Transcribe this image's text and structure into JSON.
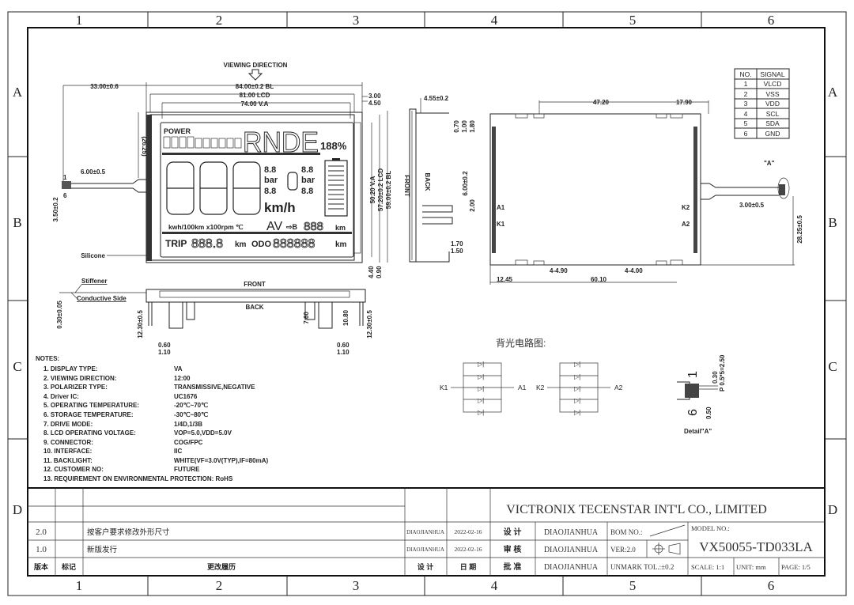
{
  "grid": {
    "columns": [
      "1",
      "2",
      "3",
      "4",
      "5",
      "6"
    ],
    "rows": [
      "A",
      "B",
      "C",
      "D"
    ]
  },
  "front_view": {
    "viewing_direction": "VIEWING DIRECTION",
    "dims": {
      "fpc_length": "33.00±0.6",
      "bl_width": "84.00±0.2  BL",
      "lcd_width": "81.00  LCD",
      "va_width": "74.00  V.A",
      "edge_300": "3.00",
      "edge_450": "4.50",
      "fpc_offset": "(26.25)",
      "fpc_width": "6.00±0.5",
      "fpc_tail": "3.50±0.2",
      "va_height": "50.20  V.A",
      "lcd_height": "57.20±0.2  LCD",
      "bl_height": "59.00±0.2  BL",
      "bottom_440": "4.40",
      "bottom_090": "0.90"
    },
    "pin_1": "1",
    "pin_6": "6",
    "silicone": "Silicone",
    "lcd": {
      "power": "POWER",
      "gears": "RNDE",
      "percent": "188%",
      "speed": "888",
      "pressure_top_left": "8.8",
      "pressure_top_right": "8.8",
      "bar_left": "bar",
      "bar_right": "bar",
      "pressure_bottom_left": "8.8",
      "pressure_bottom_right": "8.8",
      "speed_unit": "km/h",
      "units_row": "kwh/100km x100rpm ℃",
      "av": "AV",
      "range_icon": "⇨B",
      "range_value": "888",
      "range_unit": "km",
      "trip_label": "TRIP",
      "trip_value": "888.8",
      "trip_unit": "km",
      "odo_label": "ODO",
      "odo_value": "888888",
      "odo_unit": "km"
    }
  },
  "section_view": {
    "stiffener": "Stiffener",
    "conductive_side": "Conductive Side",
    "front": "FRONT",
    "back": "BACK",
    "dims": {
      "thickness": "0.30±0.05",
      "left_height": "12.30±0.5",
      "right_height": "12.30±0.5",
      "d760": "7.60",
      "d1080": "10.80",
      "left_060": "0.60",
      "left_110": "1.10",
      "right_060": "0.60",
      "right_110": "1.10"
    }
  },
  "side_view": {
    "front": "FRONT",
    "back": "BACK",
    "dims": {
      "thickness": "4.55±0.2",
      "d070": "0.70",
      "d100": "1.00",
      "d180": "1.80",
      "pin_width": "6.00±0.2",
      "pin_gap": "2.00",
      "d170": "1.70",
      "d150": "1.50"
    }
  },
  "back_view": {
    "dims": {
      "top_span": "47.20",
      "top_right": "17.90",
      "bottom_left": "12.45",
      "bottom_span": "60.10",
      "left_slots": "4-4.90",
      "right_slots": "4-4.00",
      "fpc_width": "3.00±0.5",
      "fpc_offset": "28.25±0.5"
    },
    "pins": [
      "A1",
      "K1",
      "K2",
      "A2"
    ],
    "detail_marker": "\"A\"",
    "pin_table": {
      "headers": [
        "NO.",
        "SIGNAL"
      ],
      "rows": [
        [
          "1",
          "VLCD"
        ],
        [
          "2",
          "VSS"
        ],
        [
          "3",
          "VDD"
        ],
        [
          "4",
          "SCL"
        ],
        [
          "5",
          "SDA"
        ],
        [
          "6",
          "GND"
        ]
      ]
    }
  },
  "backlight_circuit": {
    "title": "背光电路图:",
    "left": {
      "cathode": "K1",
      "anode": "A1"
    },
    "right": {
      "cathode": "K2",
      "anode": "A2"
    }
  },
  "detail_a": {
    "label": "Detail\"A\"",
    "pin_1": "1",
    "pin_6": "6",
    "d030": "0.30",
    "pitch": "P 0.5*5=2.50",
    "d050": "0.50"
  },
  "notes": {
    "title": "NOTES:",
    "items": [
      {
        "label": "1.  DISPLAY TYPE:",
        "value": "VA"
      },
      {
        "label": "2.  VIEWING DIRECTION:",
        "value": "12:00"
      },
      {
        "label": "3.  POLARIZER TYPE:",
        "value": "TRANSMISSIVE,NEGATIVE"
      },
      {
        "label": "4.  Driver IC:",
        "value": "UC1676"
      },
      {
        "label": "5.  OPERATING TEMPERATURE:",
        "value": "-20℃~70℃"
      },
      {
        "label": "6.  STORAGE TEMPERATURE:",
        "value": "-30℃~80℃"
      },
      {
        "label": "7.  DRIVE MODE:",
        "value": "1/4D,1/3B"
      },
      {
        "label": "8.  LCD OPERATING VOLTAGE:",
        "value": "VOP=5.0,VDD=5.0V"
      },
      {
        "label": "9.  CONNECTOR:",
        "value": "COG/FPC"
      },
      {
        "label": "10. INTERFACE:",
        "value": "IIC"
      },
      {
        "label": "11. BACKLIGHT:",
        "value": "WHITE(VF=3.0V(TYP),IF=80mA)"
      },
      {
        "label": "12. CUSTOMER NO:",
        "value": "FUTURE"
      },
      {
        "label": "13. REQUIREMENT ON ENVIRONMENTAL  PROTECTION: RoHS",
        "value": ""
      }
    ]
  },
  "title_block": {
    "company": "VICTRONIX TECENSTAR INT'L CO., LIMITED",
    "revisions": [
      {
        "version": "2.0",
        "description": "按客户要求修改外形尺寸",
        "designer": "DIAOJIANHUA",
        "date": "2022-02-16"
      },
      {
        "version": "1.0",
        "description": "新版发行",
        "designer": "DIAOJIANHUA",
        "date": "2022-02-16"
      }
    ],
    "header": {
      "version": "版本",
      "mark": "标记",
      "history": "更改履历",
      "design": "设 计",
      "date": "日 期"
    },
    "roles": [
      {
        "role": "设 计",
        "name": "DIAOJIANHUA"
      },
      {
        "role": "审 核",
        "name": "DIAOJIANHUA"
      },
      {
        "role": "批 准",
        "name": "DIAOJIANHUA"
      }
    ],
    "bom_no": "BOM NO.:",
    "ver": "VER:2.0",
    "tolerance": "UNMARK TOL.:±0.2",
    "model_no_label": "MODEL NO.:",
    "model_no": "VX50055-TD033LA",
    "scale": "SCALE: 1:1",
    "unit": "UNIT: mm",
    "page": "PAGE: 1/5"
  }
}
